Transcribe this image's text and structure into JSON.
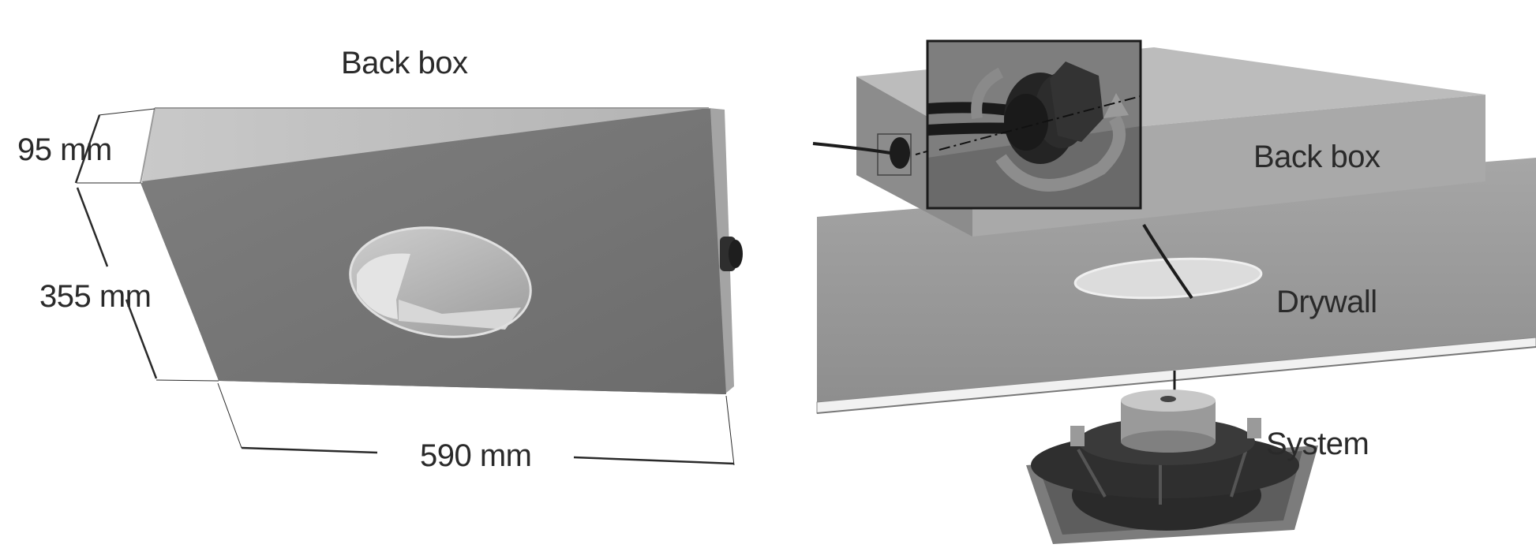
{
  "left_figure": {
    "title": "Back box",
    "dim_depth": "95 mm",
    "dim_height": "355 mm",
    "dim_width": "590 mm"
  },
  "right_figure": {
    "label_back_box": "Back box",
    "label_drywall": "Drywall",
    "label_system": "System"
  },
  "colors": {
    "box_front": "#7a7a7a",
    "box_top": "#bdbdbd",
    "box_side": "#9c9c9c",
    "drywall_top": "#9a9a9a",
    "drywall_edge": "#f2f2f2",
    "cable": "#1c1c1c",
    "inset_bg": "#6e6e6e"
  }
}
